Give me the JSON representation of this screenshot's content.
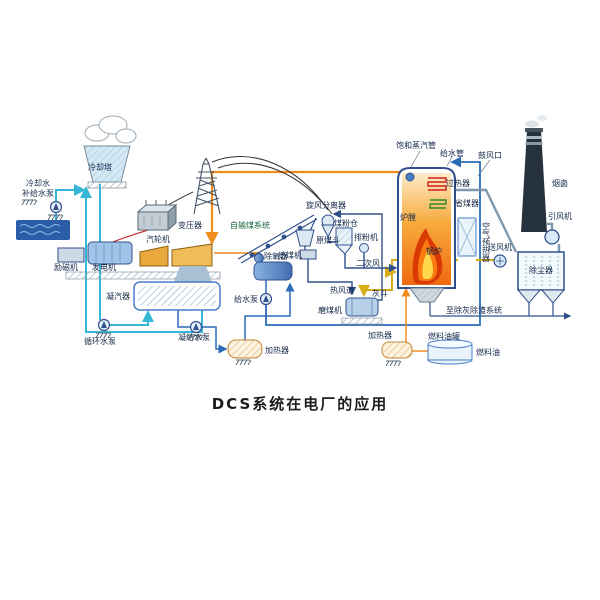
{
  "title": "DCS系统在电厂的应用",
  "labels": {
    "cooling_tower": "冷却塔",
    "cooling_makeup_1": "冷却水",
    "cooling_makeup_2": "补给水泵",
    "transformer": "变压器",
    "exciter": "励磁机",
    "generator": "发电机",
    "turbine": "汽轮机",
    "condenser": "凝汽器",
    "circulating_pump": "循环水泵",
    "condensate_pump": "凝结水泵",
    "lp_heater": "加热器",
    "deaerator": "除氧器",
    "feed_pump": "给水泵",
    "coal_conveying": "自输煤系统",
    "separator": "旋风分离器",
    "coal_bunker": "煤粉仓",
    "powder_fan": "排粉机",
    "raw_coal_hopper": "原煤斗",
    "coal_feeder": "给煤机",
    "hot_air_duct": "热风道",
    "coal_mill": "磨煤机",
    "secondary_air": "二次风",
    "furnace": "炉膛",
    "boiler": "锅炉",
    "superheater": "过热器",
    "economizer": "省煤器",
    "saturated_steam_pipe": "饱和蒸汽管",
    "feed_water_pipe": "给水管",
    "blast_port": "鼓风口",
    "chimney": "烟囱",
    "induced_fan": "引风机",
    "air_preheater": "空气预热器",
    "forced_fan": "送风机",
    "dust_collector": "除尘器",
    "ash_hopper": "灰斗",
    "to_ash_system": "至除灰除渣系统",
    "fuel_tank": "燃料油罐",
    "fuel_oil": "燃料油",
    "oil_heater": "加热器"
  },
  "colors": {
    "condensate_pipe": "#2b6cb8",
    "cooling_pipe": "#35b8d8",
    "steam_pipe": "#f08c1e",
    "air_pipe": "#d8ac18",
    "flue_duct": "#7e99ad",
    "equipment_outline": "#30508c",
    "flame_outer": "#d93a02",
    "flame_core": "#ffd84a",
    "label_text": "#14284a",
    "river_water": "#2b5ca8",
    "chimney_body": "#26323e"
  }
}
